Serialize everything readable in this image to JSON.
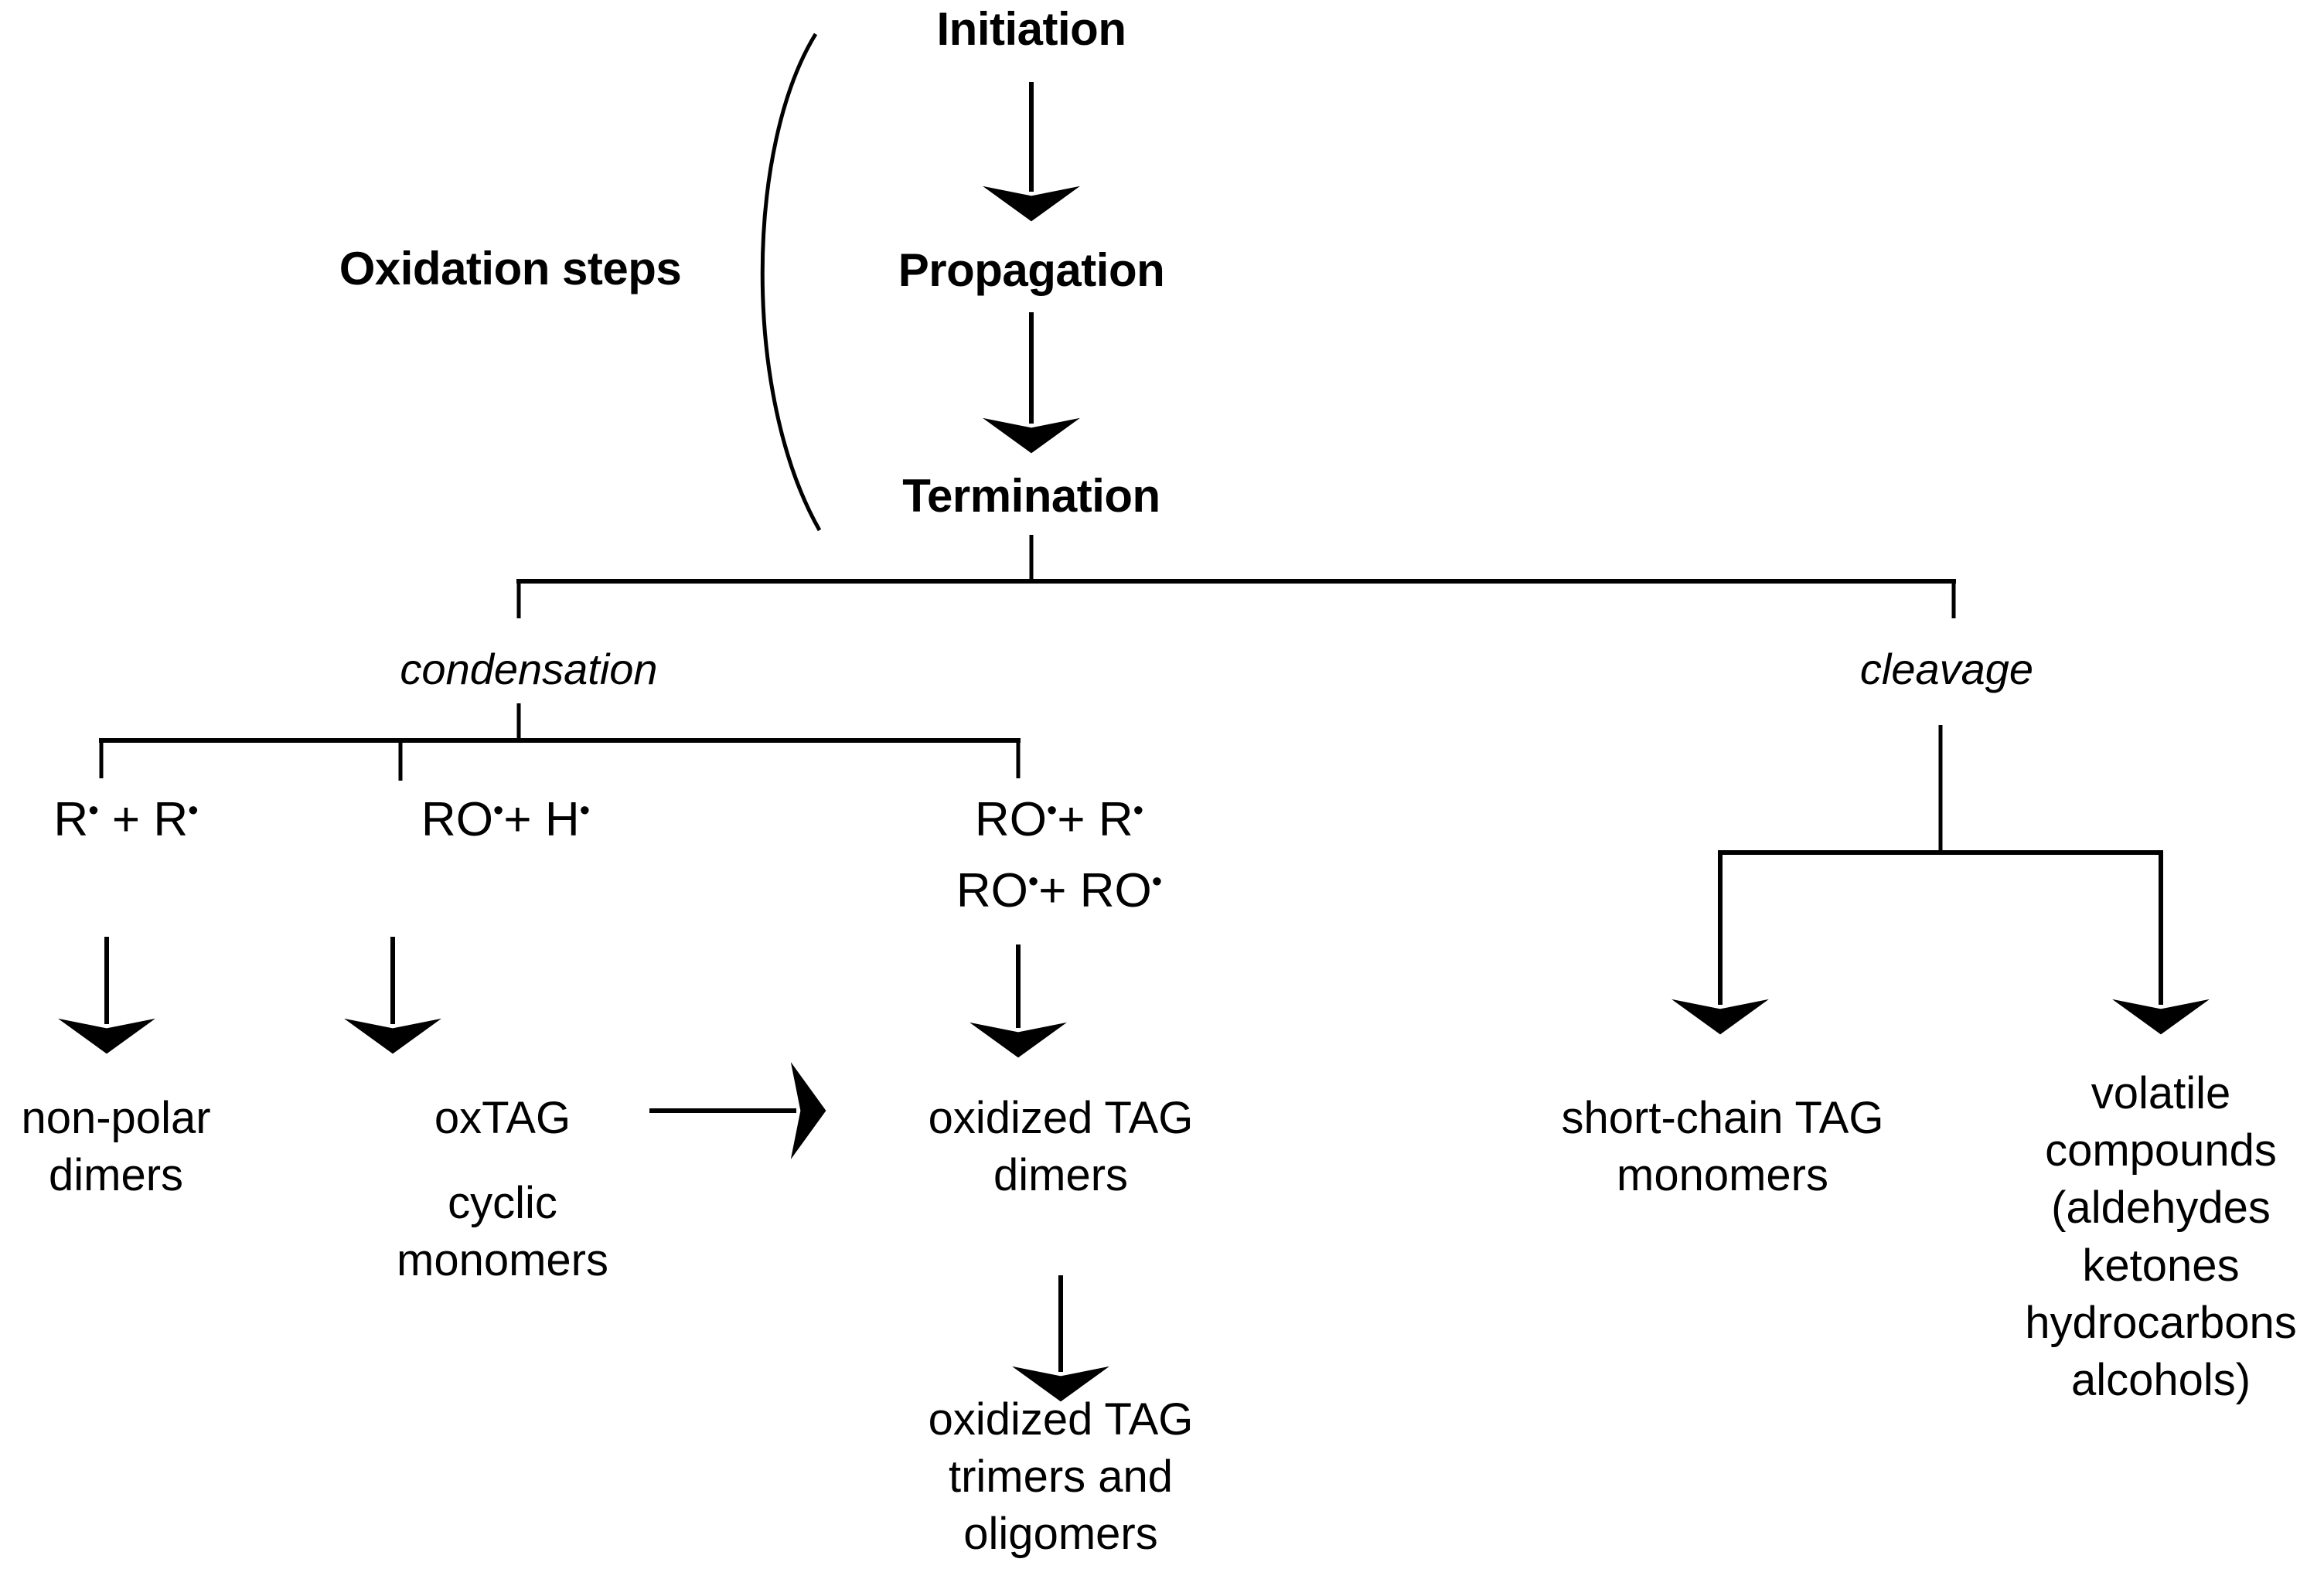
{
  "diagram": {
    "title_group": "Oxidation steps",
    "stages": [
      {
        "id": "initiation",
        "label": "Initiation"
      },
      {
        "id": "propagation",
        "label": "Propagation"
      },
      {
        "id": "termination",
        "label": "Termination"
      }
    ],
    "branch_labels": [
      {
        "id": "condensation",
        "label": "condensation"
      },
      {
        "id": "cleavage",
        "label": "cleavage"
      }
    ],
    "species": [
      {
        "id": "r-plus-r",
        "lines": [
          "R• + R•"
        ]
      },
      {
        "id": "ro-plus-h",
        "lines": [
          "RO• + H•"
        ]
      },
      {
        "id": "ro-plus-r",
        "lines": [
          "RO• + R•",
          "RO• + RO•"
        ]
      }
    ],
    "species_parts": {
      "r_plus_r": {
        "a": "R",
        "dot": "•",
        "plus": "+",
        "b": "R"
      },
      "ro_plus_h": {
        "a": "RO",
        "dot": "•",
        "plus": "+",
        "b": "H"
      },
      "ro_plus_r": {
        "a": "RO",
        "dot": "•",
        "plus": "+",
        "b": "R"
      },
      "ro_plus_ro": {
        "a": "RO",
        "dot": "•",
        "plus": "+",
        "b": "RO"
      }
    },
    "products": [
      {
        "id": "non-polar-dimers",
        "text": "non-polar dimers"
      },
      {
        "id": "oxtag-cyclic-monomers",
        "text": "oxTAG\n\ncyclic monomers"
      },
      {
        "id": "oxidized-tag-dimers",
        "text": "oxidized TAG dimers"
      },
      {
        "id": "oxidized-tag-trimers",
        "text": "oxidized TAG trimers and oligomers"
      },
      {
        "id": "short-chain-tag-monomers",
        "text": "short-chain TAG monomers"
      },
      {
        "id": "volatile-compounds",
        "text": "volatile compounds (aldehydes ketones hydrocarbons alcohols)"
      }
    ],
    "product_text": {
      "non_polar_dimers": "non-polar dimers",
      "oxtag": "oxTAG",
      "cyclic_monomers": "cyclic monomers",
      "oxidized_tag_dimers": "oxidized TAG dimers",
      "oxidized_tag_trimers": "oxidized TAG trimers and oligomers",
      "short_chain_tag_monomers": "short-chain TAG monomers",
      "volatile_compounds": "volatile compounds (aldehydes ketones hydrocarbons alcohols)"
    },
    "colors": {
      "ink": "#000000",
      "background": "#ffffff"
    },
    "connectors": [
      {
        "id": "initiation-to-propagation",
        "type": "arrow-down"
      },
      {
        "id": "propagation-to-termination",
        "type": "arrow-down"
      },
      {
        "id": "termination-split",
        "type": "split-bar"
      },
      {
        "id": "condensation-split",
        "type": "split-bar-3"
      },
      {
        "id": "cleavage-split",
        "type": "split-bar-2"
      },
      {
        "id": "oxtag-to-oxidized-dimers",
        "type": "arrow-right"
      },
      {
        "id": "dimers-to-trimers",
        "type": "arrow-down"
      },
      {
        "id": "oxidation-steps-brace",
        "type": "curly-brace"
      }
    ]
  }
}
